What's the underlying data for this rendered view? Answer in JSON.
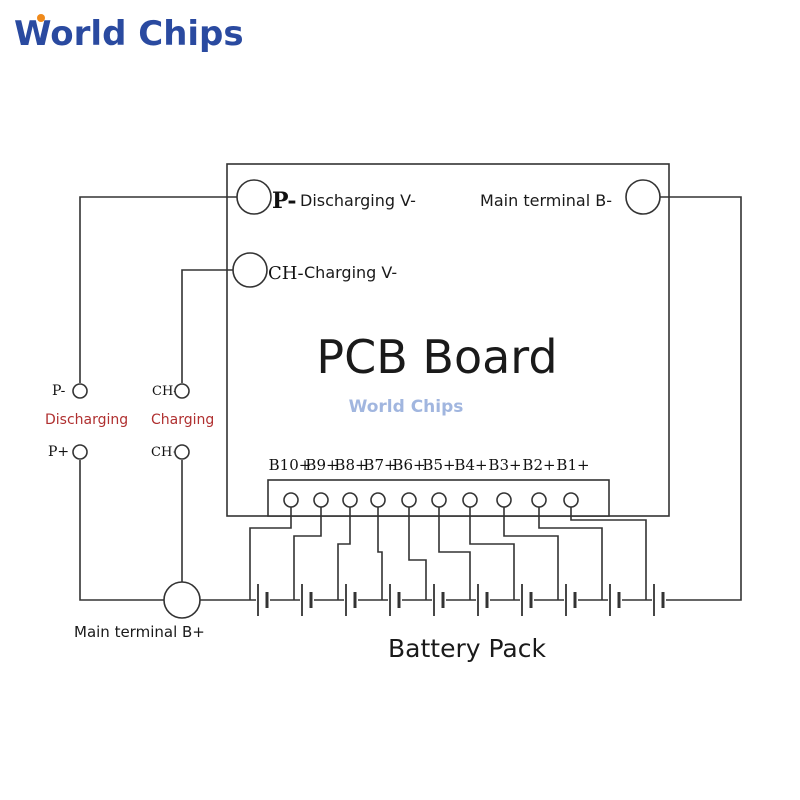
{
  "brand": {
    "logo_text": "World Chips",
    "watermark": "World Chips",
    "colors": {
      "blue": "#2a4aa0",
      "orange": "#f08a1a",
      "red_label": "#b03030"
    }
  },
  "diagram": {
    "pcb_title": "PCB Board",
    "p_minus_terminal": "P-",
    "discharging_v_minus": "Discharging V-",
    "ch_minus_terminal": "CH-",
    "charging_v_minus": "Charging V-",
    "main_terminal_b_minus": "Main terminal B-",
    "left_p_minus": "P-",
    "left_discharging": "Discharging",
    "left_p_plus": "P+",
    "left_ch_minus": "CH-",
    "left_charging": "Charging",
    "left_ch_plus": "CH+",
    "main_terminal_b_plus": "Main terminal B+",
    "battery_pack": "Battery Pack",
    "balance_taps": [
      "B10+",
      "B9+",
      "B8+",
      "B7+",
      "B6+",
      "B5+",
      "B4+",
      "B3+",
      "B2+",
      "B1+"
    ]
  }
}
